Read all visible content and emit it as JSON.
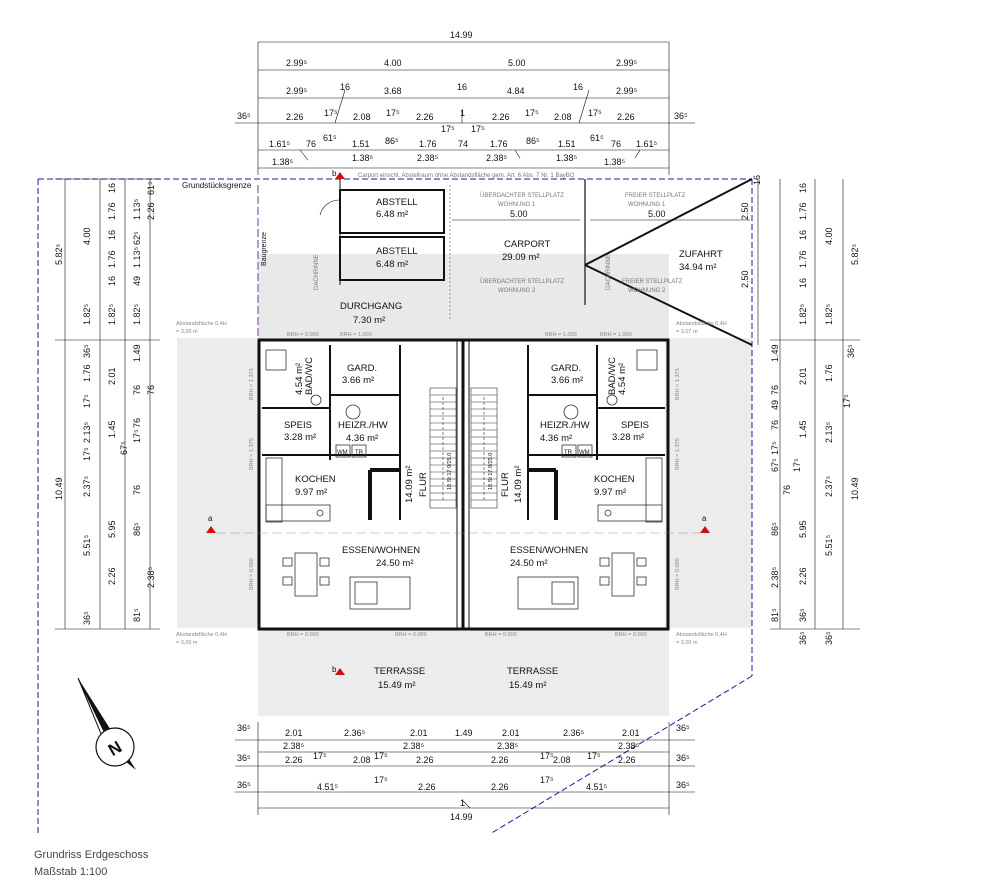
{
  "caption": {
    "title": "Grundriss Erdgeschoss",
    "scale": "Maßstab 1:100"
  },
  "labels": {
    "grundstuecksgrenze": "Grundstücksgrenze",
    "baugrenze": "Baugrenze",
    "carport_note": "Carport einschl. Abstellraum ohne Abstandsfläche gem. Art. 6 Abs. 7 Nr. 1 BayBO",
    "ueberdacht_1": "ÜBERDACHTER STELLPLATZ",
    "wohnung_1": "WOHNUNG 1",
    "ueberdacht_2": "ÜBERDACHTER STELLPLATZ",
    "wohnung_2": "WOHNUNG 2",
    "frei_1": "FREIER STELLPLATZ",
    "frei_wohnung_1": "WOHNUNG 1",
    "frei_2": "FREIER STELLPLATZ",
    "frei_wohnung_2": "WOHNUNG 2",
    "dachrinne": "DACHRINNE",
    "abstandsflaeche": "Abstandsfläche 0,4H",
    "abst_3m": "= 3,00 m",
    "abst_307": "= 3,07 m",
    "section_a": "a",
    "section_b": "b"
  },
  "rooms": {
    "abstell1": {
      "name": "ABSTELL",
      "area": "6.48 m²"
    },
    "abstell2": {
      "name": "ABSTELL",
      "area": "6.48 m²"
    },
    "carport": {
      "name": "CARPORT",
      "area": "29.09 m²"
    },
    "zufahrt": {
      "name": "ZUFAHRT",
      "area": "34.94 m²"
    },
    "durchgang": {
      "name": "DURCHGANG",
      "area": "7.30 m²"
    },
    "gard_l": {
      "name": "GARD.",
      "area": "3.66 m²"
    },
    "gard_r": {
      "name": "GARD.",
      "area": "3.66 m²"
    },
    "bad_l": {
      "name": "BAD/WC",
      "area": "4.54 m²"
    },
    "bad_r": {
      "name": "BAD/WC",
      "area": "4.54 m²"
    },
    "speis_l": {
      "name": "SPEIS",
      "area": "3.28 m²"
    },
    "speis_r": {
      "name": "SPEIS",
      "area": "3.28 m²"
    },
    "heiz_l": {
      "name": "HEIZR./HW",
      "area": "4.36 m²"
    },
    "heiz_r": {
      "name": "HEIZR./HW",
      "area": "4.36 m²"
    },
    "kochen_l": {
      "name": "KOCHEN",
      "area": "9.97 m²"
    },
    "kochen_r": {
      "name": "KOCHEN",
      "area": "9.97 m²"
    },
    "flur_l": {
      "name": "FLUR",
      "area": "14.09 m²"
    },
    "flur_r": {
      "name": "FLUR",
      "area": "14.09 m²"
    },
    "essen_l": {
      "name": "ESSEN/WOHNEN",
      "area": "24.50 m²"
    },
    "essen_r": {
      "name": "ESSEN/WOHNEN",
      "area": "24.50 m²"
    },
    "terr_l": {
      "name": "TERRASSE",
      "area": "15.49 m²"
    },
    "terr_r": {
      "name": "TERRASSE",
      "area": "15.49 m²"
    },
    "wm": "WM",
    "tr": "TR",
    "stair_l": "18 St 17.9/25.0",
    "stair_r": "18 St 17.9/25.0"
  },
  "brh": {
    "brh_3000": "BRH = 3.000",
    "brh_1000": "BRH = 1.000",
    "brh_0000": "BRH = 0.000",
    "brh_1375": "BRH = 1.375"
  },
  "dims": {
    "top": {
      "r1": [
        "14.99"
      ],
      "r2": [
        "2.99⁵",
        "4.00",
        "5.00",
        "2.99⁵"
      ],
      "r3": [
        "2.99⁵",
        "16",
        "3.68",
        "16",
        "4.84",
        "16",
        "2.99⁵"
      ],
      "r4": [
        "36⁵",
        "2.26",
        "17⁵",
        "2.08",
        "17⁵",
        "2.26",
        "1",
        "2.26",
        "17⁵",
        "2.08",
        "17⁵",
        "2.26",
        "36⁵"
      ],
      "r4b": [
        "17⁵",
        "17⁵"
      ],
      "r5": [
        "1.61⁵",
        "76",
        "61⁵",
        "1.51",
        "86⁵",
        "1.76",
        "74",
        "1.76",
        "86⁵",
        "1.51",
        "61⁵",
        "76",
        "1.61⁵"
      ],
      "r6": [
        "1.38⁵",
        "1.38⁵",
        "2.38⁵",
        "2.38⁵",
        "1.38⁵",
        "1.38⁵"
      ]
    },
    "bottom": {
      "r1": [
        "36⁵",
        "2.01",
        "2.36⁵",
        "2.01",
        "1.49",
        "2.01",
        "2.36⁵",
        "2.01",
        "36⁵"
      ],
      "r2": [
        "2.38⁵",
        "2.38⁵",
        "2.38⁵",
        "2.38⁵"
      ],
      "r3": [
        "36⁵",
        "2.26",
        "17⁵",
        "2.08",
        "17⁵",
        "2.26",
        "2.26",
        "17⁵",
        "2.08",
        "17⁵",
        "2.26",
        "36⁵"
      ],
      "r4": [
        "36⁵",
        "4.51⁵",
        "17⁵",
        "2.26",
        "2.26",
        "17⁵",
        "4.51⁵",
        "36⁵"
      ],
      "r5": [
        "1",
        "14.99"
      ]
    },
    "left": {
      "c1": [
        "5.82⁵",
        "10.49"
      ],
      "c2": [
        "4.00",
        "1.82⁵",
        "36⁵",
        "1.76",
        "17⁵",
        "2.13⁵",
        "17⁵",
        "2.37⁵",
        "5.51⁵",
        "36⁵"
      ],
      "c3": [
        "16",
        "1.76",
        "16",
        "1.76",
        "16",
        "1.82⁵",
        "2.01",
        "1.45",
        "5.95",
        "2.26"
      ],
      "c4": [
        "1.13⁵",
        "62⁵",
        "1.13⁵",
        "49",
        "1.82⁵",
        "1.49",
        "76",
        "76",
        "17⁵",
        "76",
        "86⁵",
        "2.38⁵",
        "81⁵"
      ],
      "c4b": [
        "61⁵",
        "2.26",
        "76",
        "67⁵"
      ]
    },
    "right": {
      "c1": [
        "5.82⁵",
        "10.49"
      ],
      "c2": [
        "4.00",
        "1.82⁵",
        "36⁵",
        "1.76",
        "17⁵",
        "2.13⁵",
        "17⁵",
        "2.37⁵",
        "5.51⁵",
        "36⁵"
      ],
      "c3": [
        "16",
        "1.76",
        "16",
        "1.76",
        "16",
        "1.82⁵",
        "2.01",
        "1.45",
        "5.95",
        "2.26",
        "36⁵"
      ],
      "c4": [
        "16",
        "2.50",
        "2.50",
        "1.49",
        "76",
        "76",
        "17⁵",
        "76",
        "86⁵",
        "2.38⁵",
        "81⁵",
        "36⁵"
      ],
      "c4b": [
        "49",
        "67⁵"
      ]
    },
    "carport": [
      "5.00",
      "5.00"
    ]
  },
  "colors": {
    "line": "#111111",
    "paved": "#e8e8e8",
    "blue": "#1a1aa0",
    "purple": "#7a3a9a",
    "red": "#d01010"
  }
}
